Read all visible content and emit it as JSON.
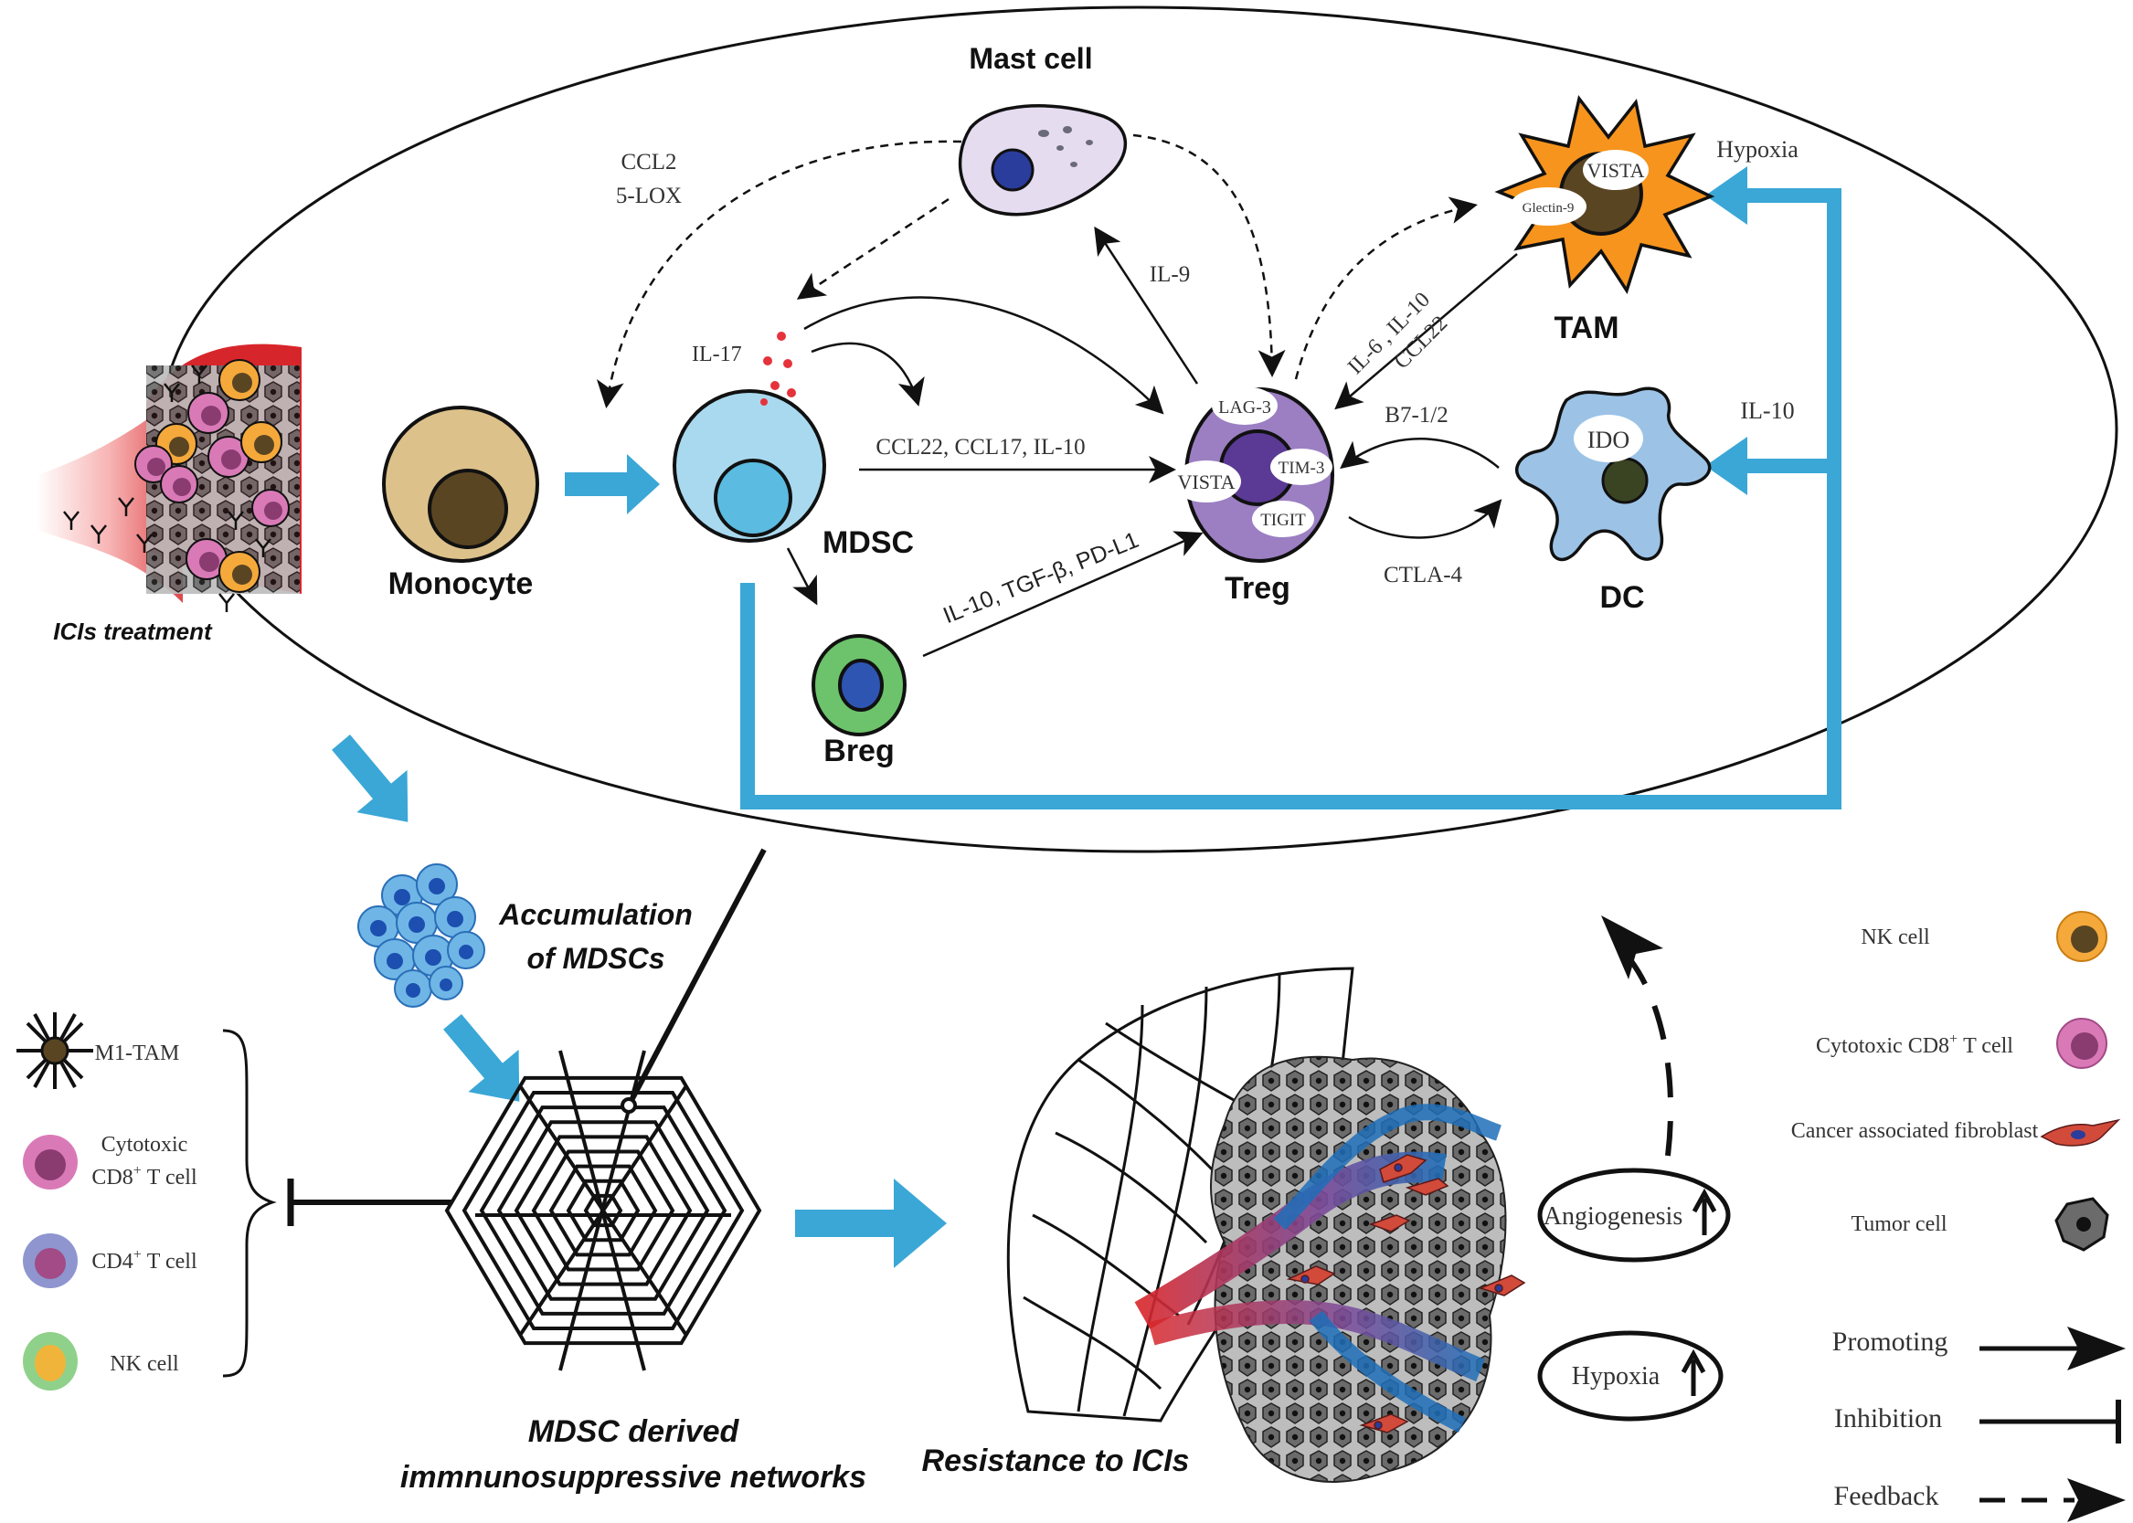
{
  "cells": {
    "mast_cell": "Mast cell",
    "monocyte": "Monocyte",
    "mdsc": "MDSC",
    "breg": "Breg",
    "treg": "Treg",
    "tam": "TAM",
    "dc": "DC"
  },
  "markers": {
    "lag3": "LAG-3",
    "vista_treg": "VISTA",
    "tim3": "TIM-3",
    "tigit": "TIGIT",
    "vista_tam": "VISTA",
    "galectin9": "Glectin-9",
    "ido": "IDO"
  },
  "signals": {
    "ccl2": "CCL2",
    "lox5": "5-LOX",
    "il17": "IL-17",
    "il9": "IL-9",
    "ccl22_ccl17_il10": "CCL22, CCL17, IL-10",
    "il10_tgfb_pdl1": "IL-10, TGF-β, PD-L1",
    "il6_il10": "IL-6 , IL-10",
    "ccl22": "CCL22",
    "b7": "B7-1/2",
    "ctla4": "CTLA-4",
    "hypoxia": "Hypoxia",
    "il10": "IL-10"
  },
  "panel_labels": {
    "icis_treatment": "ICIs treatment",
    "accumulation_line1": "Accumulation",
    "accumulation_line2": "of MDSCs",
    "network_line1": "MDSC derived",
    "network_line2": "immnunosuppressive networks",
    "resistance": "Resistance to ICIs",
    "angiogenesis": "Angiogenesis",
    "hypoxia_box": "Hypoxia"
  },
  "inhibited_cells": {
    "m1_tam": "M1-TAM",
    "cytotoxic_line1": "Cytotoxic",
    "cytotoxic_line2": "CD8",
    "cytotoxic_line2_sup": "+",
    "cytotoxic_line2_end": "T cell",
    "cd4": "CD4",
    "cd4_sup": "+",
    "cd4_end": "T cell",
    "nk": "NK cell"
  },
  "legend": {
    "nk": "NK cell",
    "cd8": "Cytotoxic CD8",
    "cd8_sup": "+",
    "cd8_end": "T cell",
    "caf": "Cancer associated fibroblast",
    "tumor": "Tumor cell",
    "promoting": "Promoting",
    "inhibition": "Inhibition",
    "feedback": "Feedback"
  },
  "colors": {
    "blue_arrow": "#3aa7d6",
    "monocyte": "#dcc18a",
    "monocyte_nucleus": "#5a4523",
    "mdsc": "#a9d9ef",
    "mdsc_nucleus": "#5bbbe0",
    "breg": "#6cc36b",
    "breg_nucleus": "#2f55b3",
    "treg": "#9b7fc2",
    "treg_nucleus": "#5a3a94",
    "tam": "#f7941d",
    "tam_nucleus": "#5a4523",
    "dc": "#9cc3e6",
    "dc_nucleus": "#3a4423",
    "mast": "#e6dcf0",
    "mast_nucleus": "#2a3c9c",
    "nk": "#f5a93b",
    "cd8": "#d97ab7",
    "cd4": "#8e95cf",
    "tumor": "#3a3a3a",
    "vessel_red": "#d7262b",
    "vessel_blue": "#1f6fb8"
  }
}
